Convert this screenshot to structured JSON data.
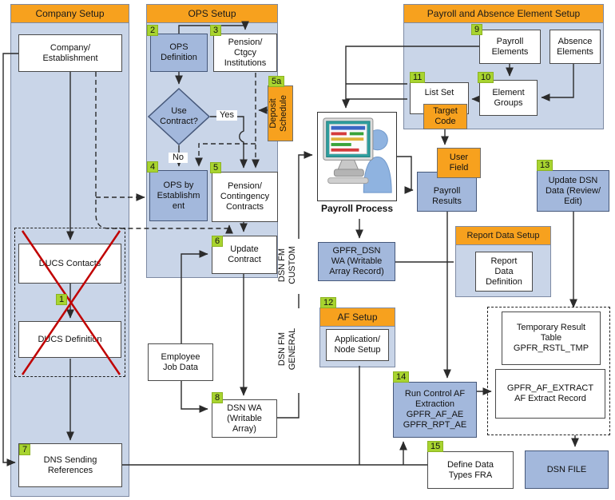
{
  "colors": {
    "orange": "#F7A11E",
    "panelblue": "#C9D5E8",
    "nodeblue": "#A3B8DC",
    "badgegreen": "#A8D42F",
    "crossred": "#C00000",
    "line": "#2b2b2b"
  },
  "panels": {
    "company": {
      "title": "Company Setup"
    },
    "ops": {
      "title": "OPS Setup"
    },
    "payroll_absence": {
      "title": "Payroll and Absence Element Setup"
    },
    "report_data": {
      "title": "Report Data Setup"
    },
    "af": {
      "title": "AF Setup"
    }
  },
  "steps": {
    "s1": "1",
    "s2": "2",
    "s3": "3",
    "s4": "4",
    "s5": "5",
    "s5a": "5a",
    "s6": "6",
    "s7": "7",
    "s8": "8",
    "s9": "9",
    "s10": "10",
    "s11": "11",
    "s12": "12",
    "s13": "13",
    "s14": "14",
    "s15": "15"
  },
  "nodes": {
    "company_establishment": "Company/\nEstablishment",
    "ducs_contacts": "DUCS Contacts",
    "ducs_definition": "DUCS Definition",
    "dns_sending_references": "DNS Sending\nReferences",
    "ops_definition": "OPS\nDefinition",
    "pension_ctgcy_institutions": "Pension/\nCtgcy\nInstitutions",
    "use_contract": "Use\nContract?",
    "ops_by_establishment": "OPS by\nEstablishm\nent",
    "pension_contingency_contracts": "Pension/\nContingency\nContracts",
    "update_contract": "Update\nContract",
    "deposit_schedule": "Deposit\nSchedule",
    "employee_job_data": "Employee\nJob Data",
    "dsn_wa": "DSN WA\n(Writable\nArray)",
    "payroll_process_label": "Payroll Process",
    "payroll_elements": "Payroll\nElements",
    "absence_elements": "Absence\nElements",
    "element_groups": "Element\nGroups",
    "list_set": "List Set",
    "target_code": "Target\nCode",
    "user_field": "User\nField",
    "payroll_results": "Payroll\nResults",
    "update_dsn_data": "Update DSN\nData (Review/\nEdit)",
    "gpfr_dsn_wa": "GPFR_DSN\nWA (Writable\nArray Record)",
    "report_data_definition": "Report\nData\nDefinition",
    "application_node_setup": "Application/\nNode Setup",
    "temporary_result_table": "Temporary Result\nTable\nGPFR_RSTL_TMP",
    "gpfr_af_extract": "GPFR_AF_EXTRACT\nAF Extract Record",
    "run_control_af": "Run Control AF\nExtraction\nGPFR_AF_AE\nGPFR_RPT_AE",
    "define_data_types_fra": "Define Data\nTypes FRA",
    "dsn_file": "DSN FILE"
  },
  "labels": {
    "yes": "Yes",
    "no": "No",
    "dsn_fm_custom": "DSN FM\nCUSTOM",
    "dsn_fm_general": "DSN FM\nGENERAL"
  }
}
